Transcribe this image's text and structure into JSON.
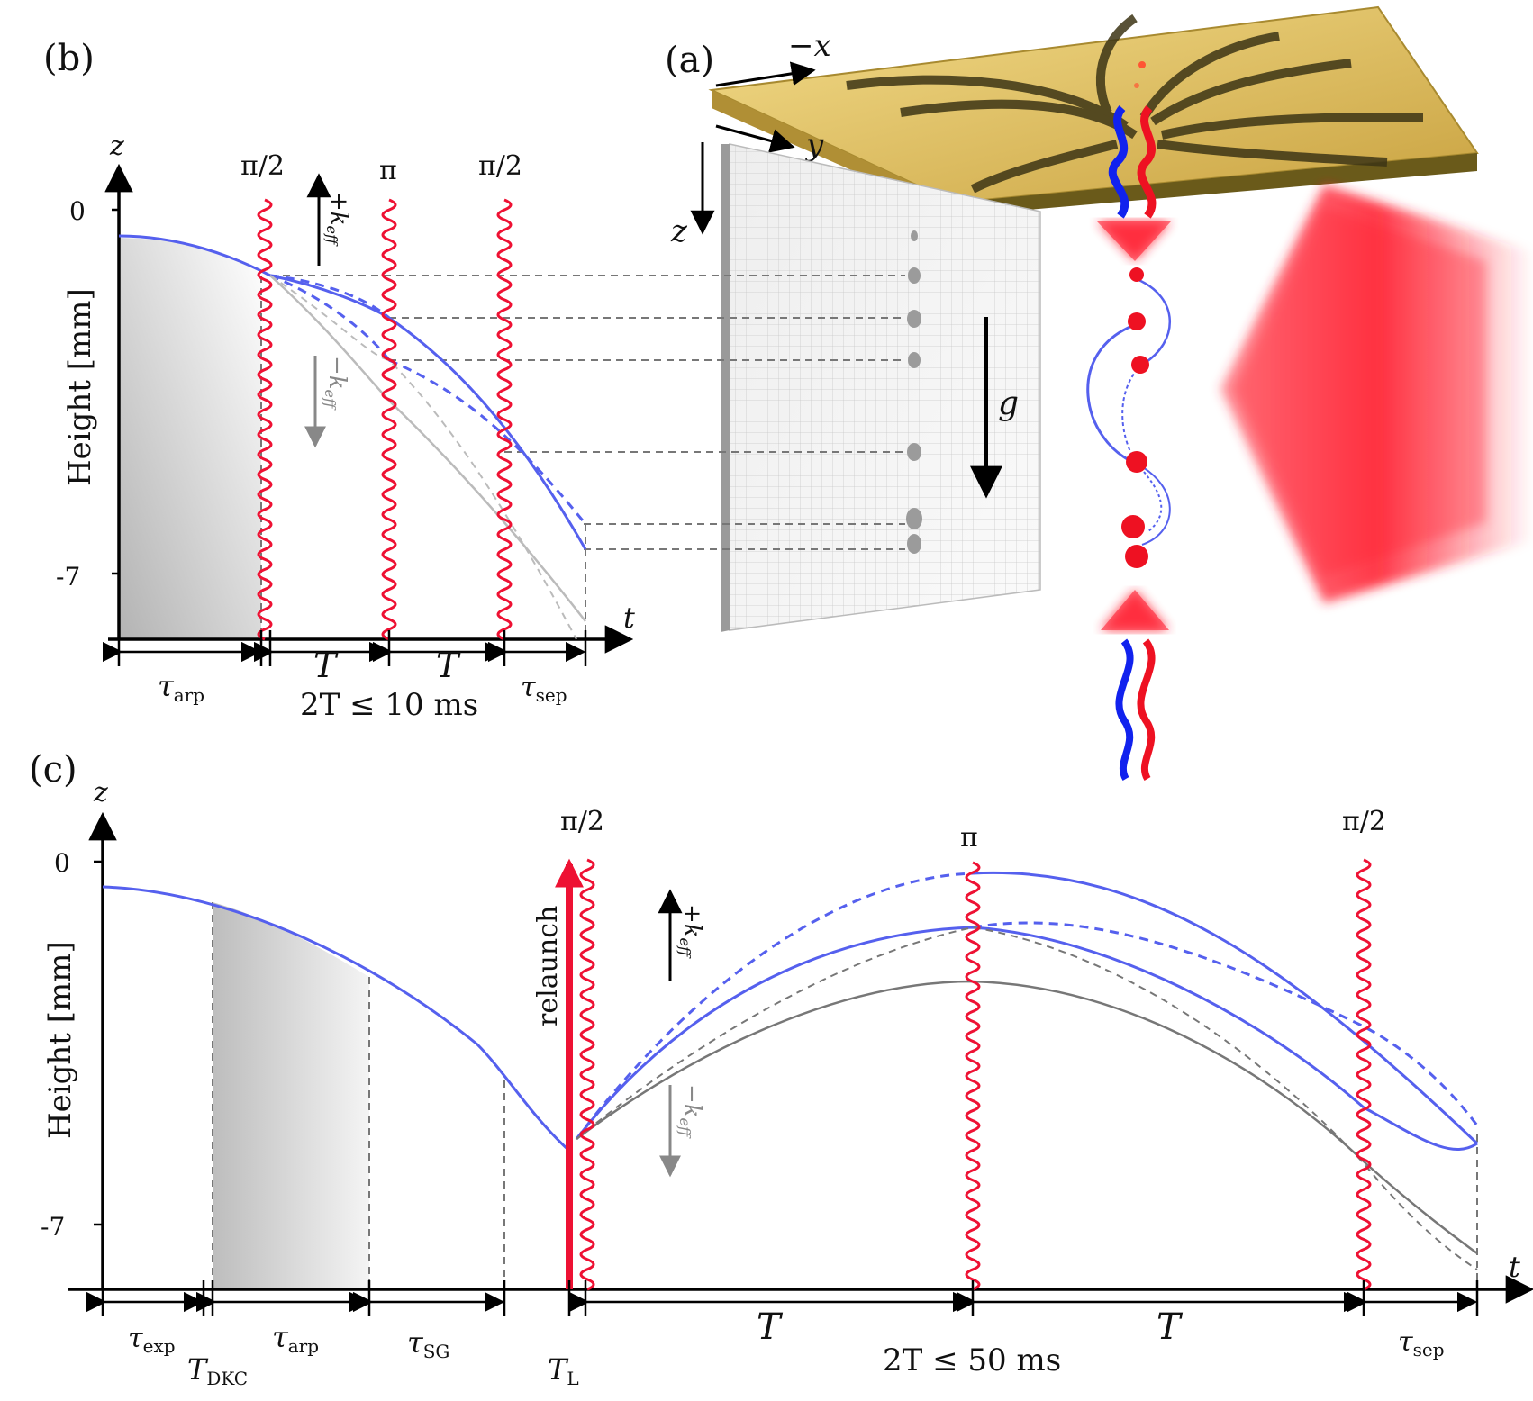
{
  "panel_a": {
    "label": "(a)",
    "axis_x": "−x",
    "axis_y": "y",
    "axis_z": "z",
    "gravity": "g"
  },
  "panel_b": {
    "label": "(b)",
    "z_axis": "z",
    "t_axis": "t",
    "ylabel": "Height [mm]",
    "ytick_top": "0",
    "ytick_bottom": "-7",
    "pulse1": "π/2",
    "pulse2": "π",
    "pulse3": "π/2",
    "k_up": "+k",
    "k_down": "−k",
    "k_sub": "eff",
    "tau_arp": "τ",
    "tau_arp_sub": "arp",
    "T1": "T",
    "T2": "T",
    "tau_sep": "τ",
    "tau_sep_sub": "sep",
    "duration": "2T ≤ 10 ms"
  },
  "panel_c": {
    "label": "(c)",
    "z_axis": "z",
    "t_axis": "t",
    "ylabel": "Height [mm]",
    "ytick_top": "0",
    "ytick_bottom": "-7",
    "pulse1": "π/2",
    "pulse2": "π",
    "pulse3": "π/2",
    "relaunch": "relaunch",
    "k_up": "+k",
    "k_down": "−k",
    "k_sub": "eff",
    "tau_exp": "τ",
    "tau_exp_sub": "exp",
    "T_dkc": "T",
    "T_dkc_sub": "DKC",
    "tau_arp": "τ",
    "tau_arp_sub": "arp",
    "tau_sg": "τ",
    "tau_sg_sub": "SG",
    "T_L": "T",
    "T_L_sub": "L",
    "T1": "T",
    "T2": "T",
    "tau_sep": "τ",
    "tau_sep_sub": "sep",
    "duration": "2T ≤ 50 ms"
  },
  "colors": {
    "blue": "#5560ee",
    "red": "#ee1133",
    "gray": "#888888",
    "gold": "#d9b75a"
  }
}
